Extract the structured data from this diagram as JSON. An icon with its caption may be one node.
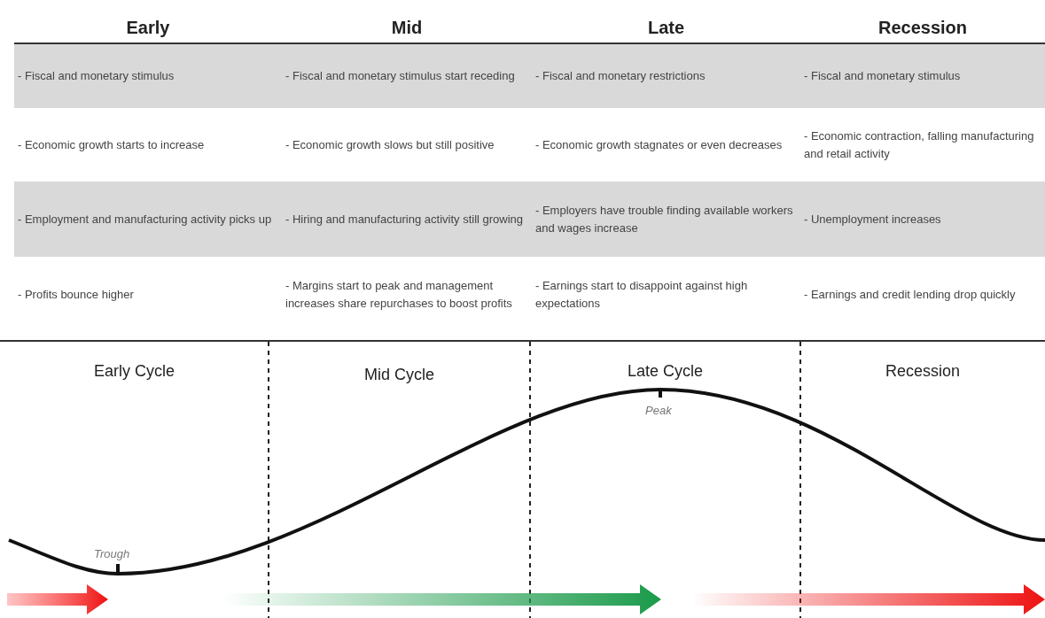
{
  "diagram": {
    "labels": [
      "Early",
      "Mid",
      "Late",
      "Recession",
      "- Fiscal and monetary stimulus",
      "- Fiscal and monetary stimulus start receding",
      "- Fiscal and monetary restrictions",
      "- Fiscal and monetary stimulus",
      "- Economic growth starts to increase",
      "- Economic growth slows but still positive",
      "- Economic growth stagnates or even decreases",
      "- Economic contraction, falling manufacturing and retail activity",
      "- Employment and manufacturing activity picks up",
      "- Hiring and manufacturing activity still growing",
      "- Employers have trouble finding available workers and wages increase",
      "- Unemployment increases",
      "- Profits bounce higher",
      "- Margins start to peak and management increases share repurchases to boost profits",
      "- Earnings start to disappoint against high expectations",
      "- Earnings and credit lending drop quickly",
      "Early Cycle",
      "Mid Cycle",
      "Late Cycle",
      "Recession",
      "Peak",
      "Trough"
    ]
  }
}
